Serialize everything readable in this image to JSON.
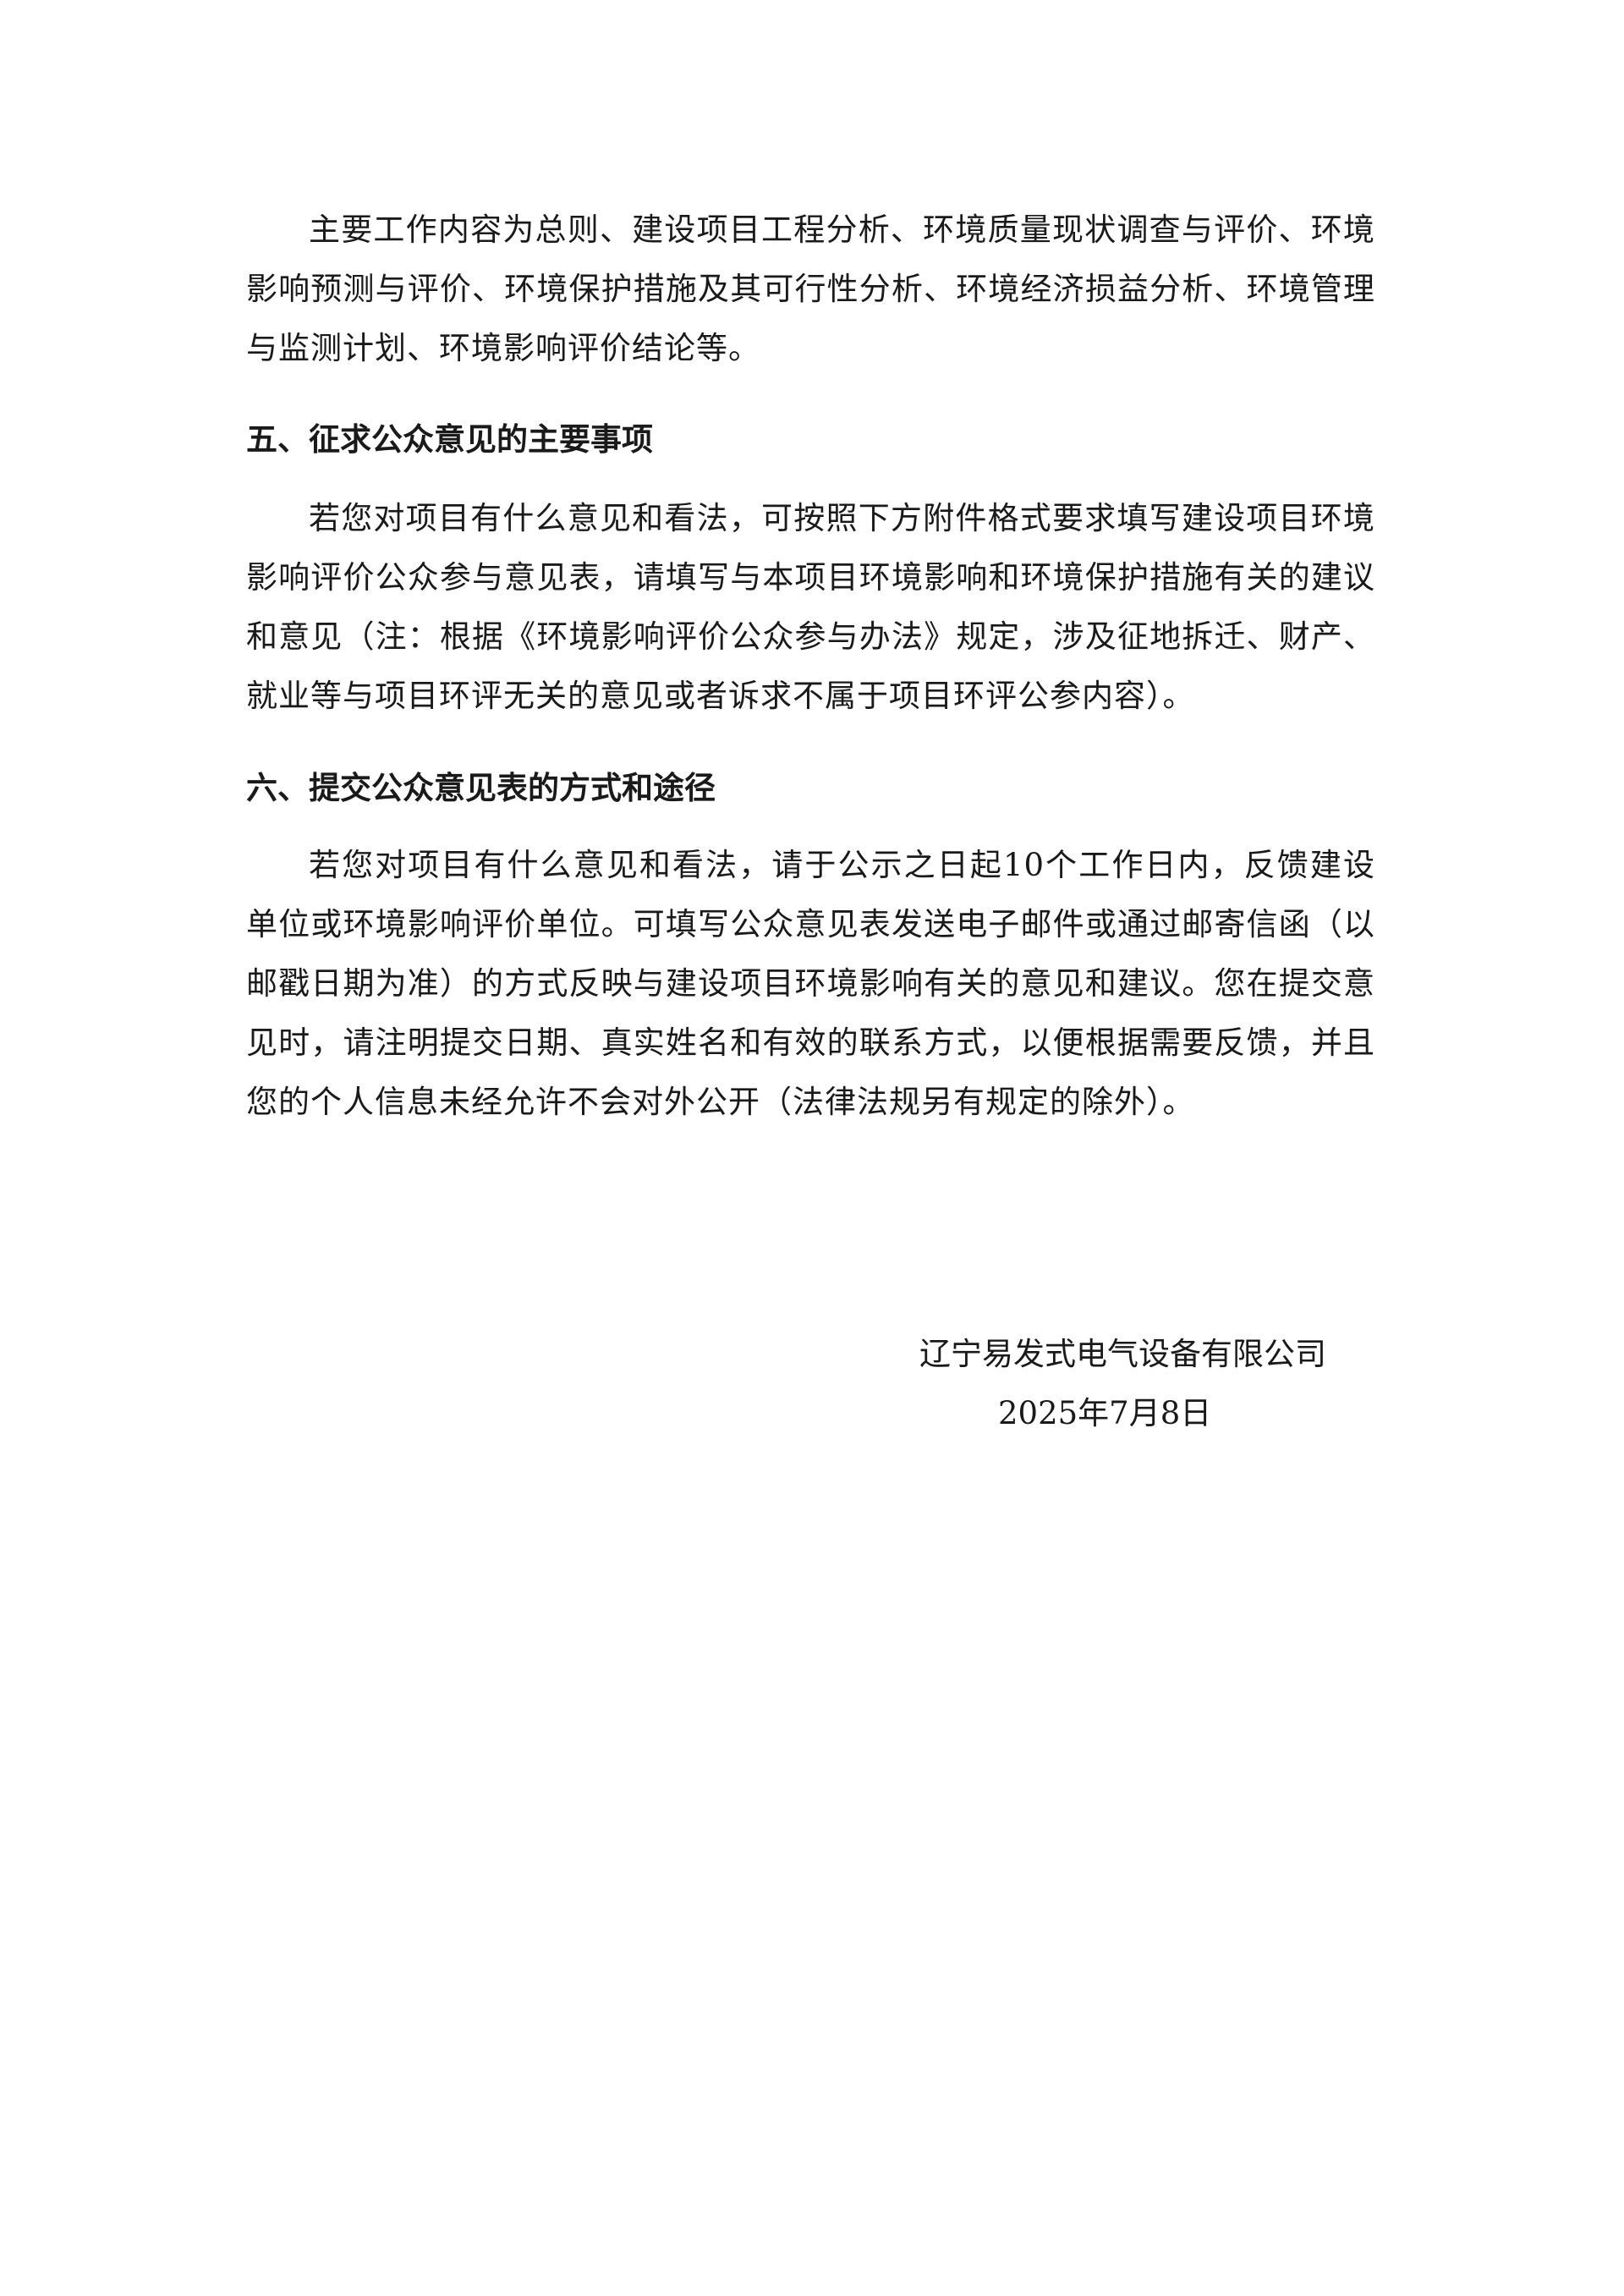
{
  "document": {
    "paragraph_work_content": "主要工作内容为总则、建设项目工程分析、环境质量现状调查与评价、环境影响预测与评价、环境保护措施及其可行性分析、环境经济损益分析、环境管理与监测计划、环境影响评价结论等。",
    "section5": {
      "heading": "五、征求公众意见的主要事项",
      "paragraph": "若您对项目有什么意见和看法，可按照下方附件格式要求填写建设项目环境影响评价公众参与意见表，请填写与本项目环境影响和环境保护措施有关的建议和意见（注：根据《环境影响评价公众参与办法》规定，涉及征地拆迁、财产、就业等与项目环评无关的意见或者诉求不属于项目环评公参内容）。"
    },
    "section6": {
      "heading": "六、提交公众意见表的方式和途径",
      "paragraph": "若您对项目有什么意见和看法，请于公示之日起10个工作日内，反馈建设单位或环境影响评价单位。可填写公众意见表发送电子邮件或通过邮寄信函（以邮戳日期为准）的方式反映与建设项目环境影响有关的意见和建议。您在提交意见时，请注明提交日期、真实姓名和有效的联系方式，以便根据需要反馈，并且您的个人信息未经允许不会对外公开（法律法规另有规定的除外）。"
    },
    "signature": {
      "company": "辽宁易发式电气设备有限公司",
      "date": "2025年7月8日"
    }
  }
}
